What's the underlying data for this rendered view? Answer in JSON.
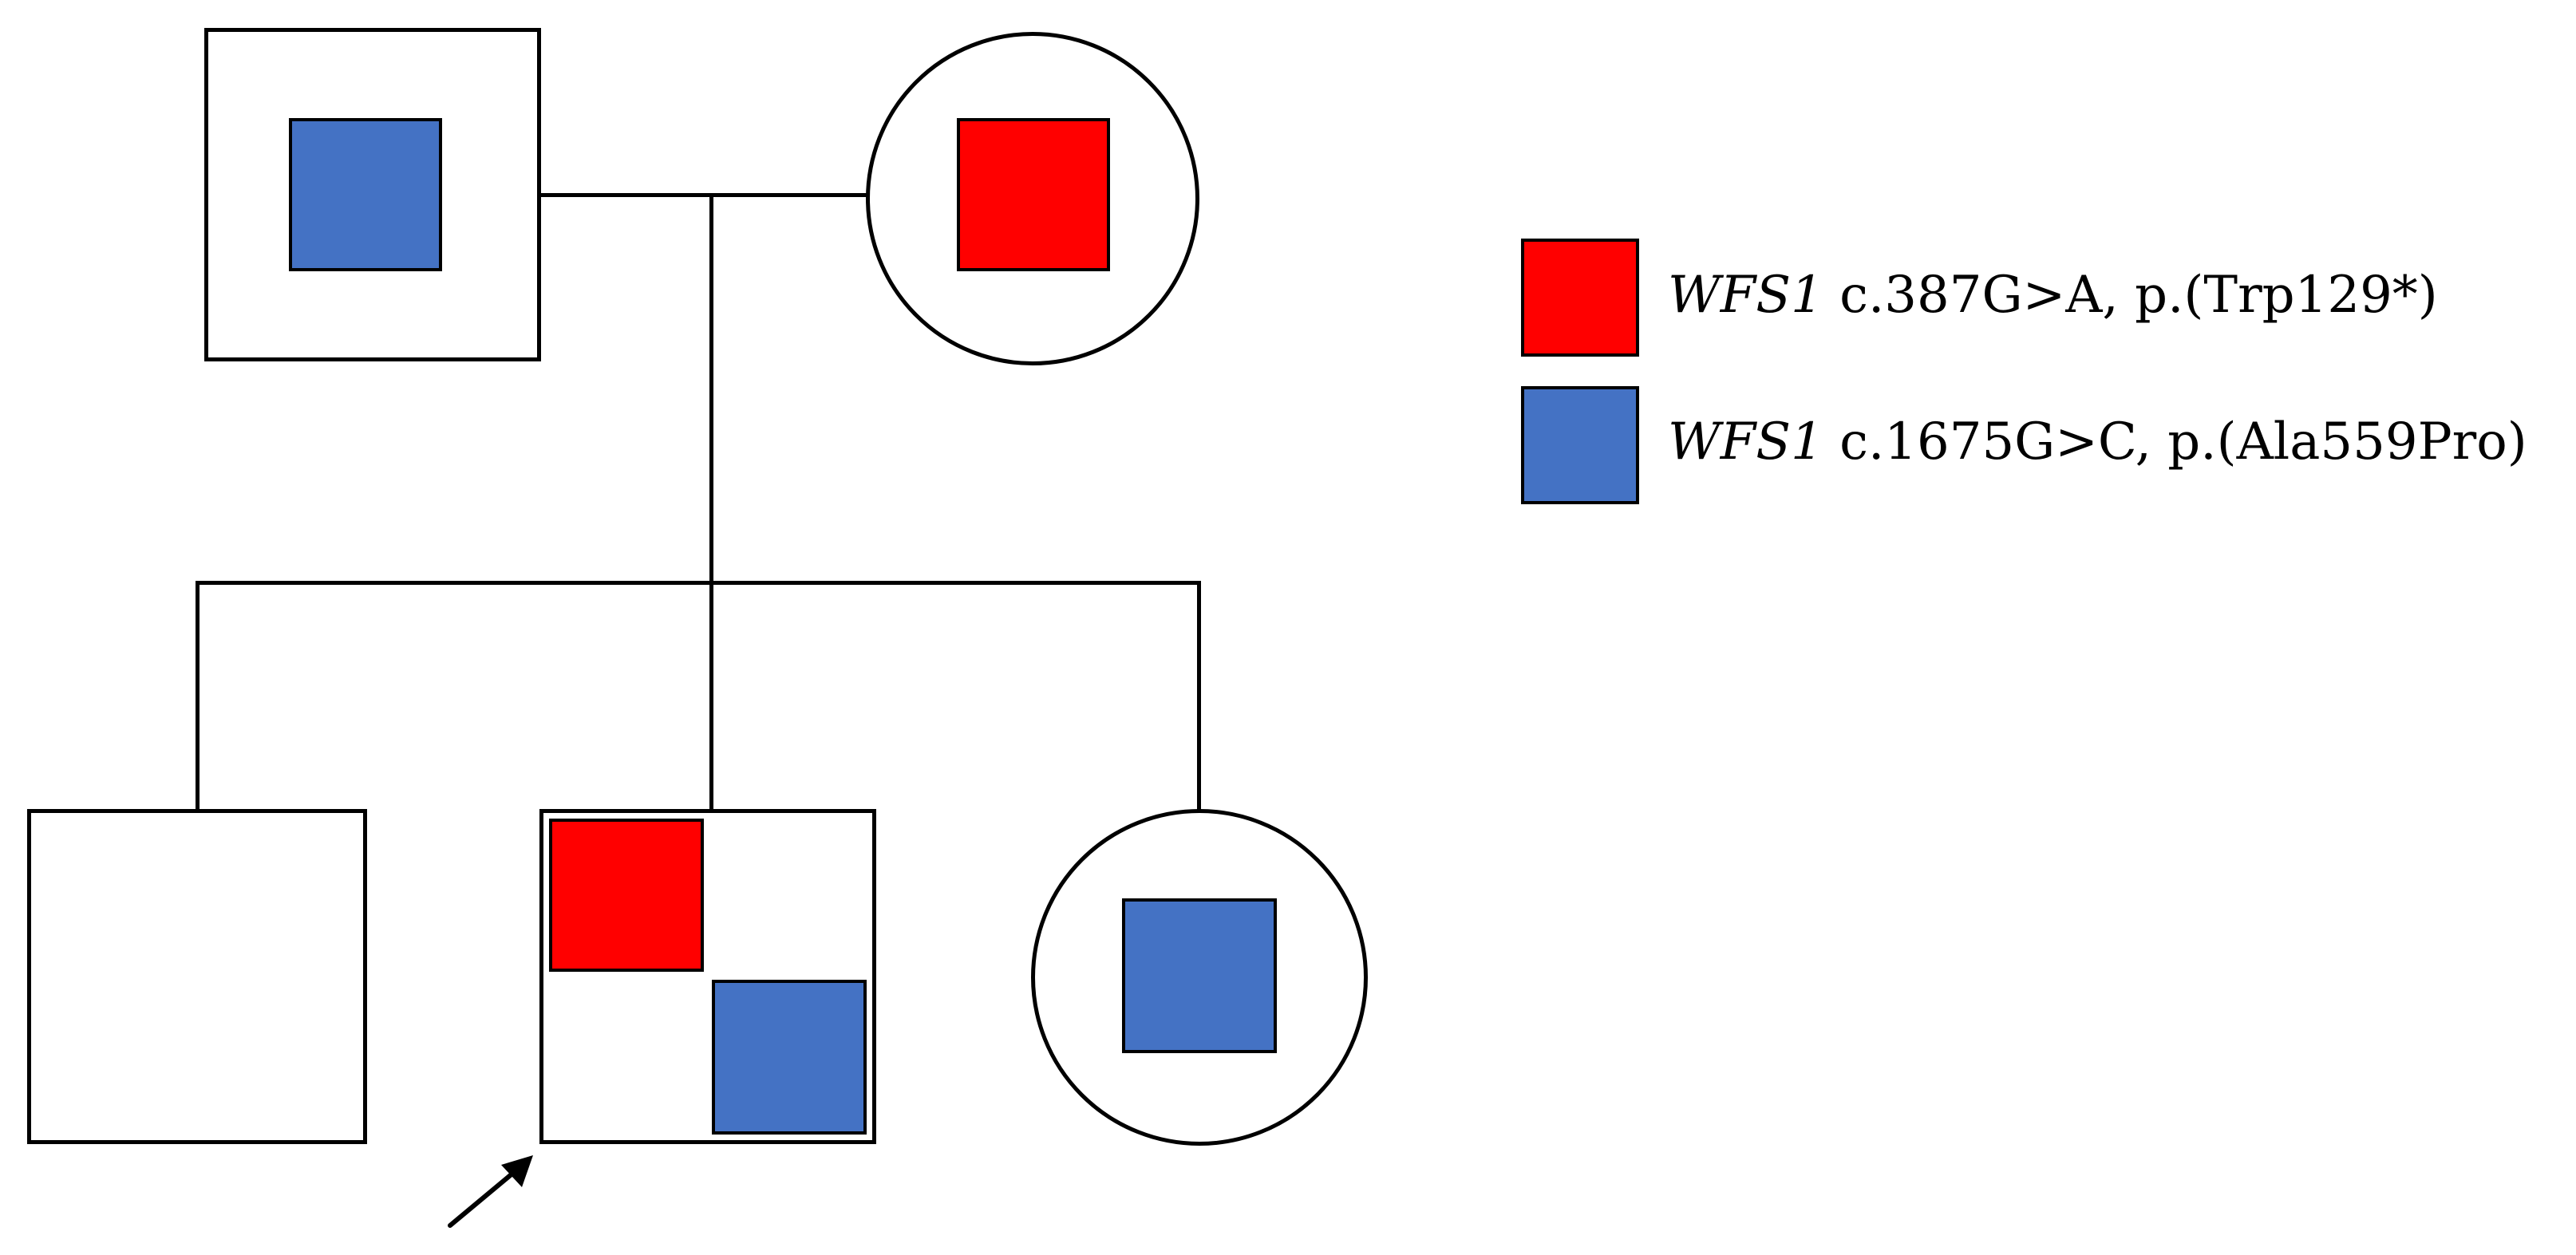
{
  "colors": {
    "variant_1": "#ff0000",
    "variant_2": "#4472c4",
    "outline": "#000000",
    "background": "#ffffff"
  },
  "legend": {
    "items": [
      {
        "gene": "WFS1",
        "change": "c.387G>A, p.(Trp129*)",
        "color": "#ff0000"
      },
      {
        "gene": "WFS1",
        "change": "c.1675G>C, p.(Ala559Pro)",
        "color": "#4472c4"
      }
    ]
  },
  "pedigree": {
    "generation_1": {
      "father": {
        "sex": "male",
        "carries": [
          "c.1675G>C"
        ]
      },
      "mother": {
        "sex": "female",
        "carries": [
          "c.387G>A"
        ]
      }
    },
    "generation_2": [
      {
        "sex": "male",
        "carries": []
      },
      {
        "sex": "male",
        "carries": [
          "c.387G>A",
          "c.1675G>C"
        ],
        "proband": true
      },
      {
        "sex": "female",
        "carries": [
          "c.1675G>C"
        ]
      }
    ],
    "proband_marker": "arrow"
  }
}
